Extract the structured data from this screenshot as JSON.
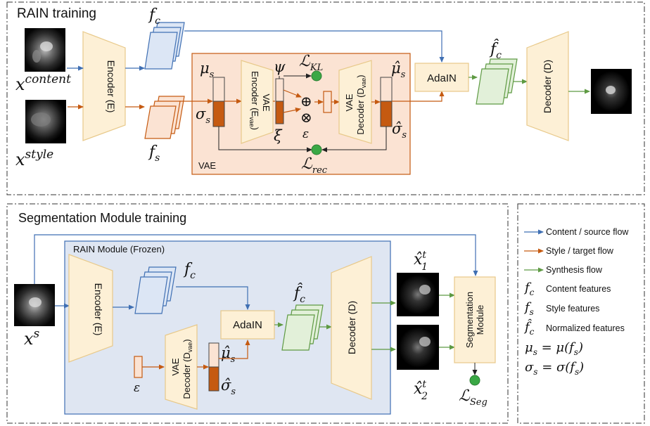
{
  "colors": {
    "module_fill": "#fdf0d6",
    "module_stroke": "#e8c98a",
    "content_blue": "#3f6fb3",
    "style_orange": "#c55a11",
    "synthesis_green": "#5e9a43",
    "vae_fill": "#fbe3d3",
    "rain_module_fill": "#dfe6f2",
    "node_green": "#3aa845"
  },
  "top": {
    "title": "RAIN training",
    "x_content": "x",
    "x_content_sup": "content",
    "x_style": "x",
    "x_style_sup": "style",
    "encoder": "Encoder (E)",
    "fc": "f",
    "fc_sub": "c",
    "fs": "f",
    "fs_sub": "s",
    "vae_label": "VAE",
    "mu_s": "μ",
    "mu_s_sub": "s",
    "sigma_s": "σ",
    "sigma_s_sub": "s",
    "vae_encoder_line1": "VAE",
    "vae_encoder_line2": "Encoder (E",
    "vae_encoder_sub": "vae",
    "vae_encoder_close": ")",
    "psi": "ψ",
    "xi": "ξ",
    "loss_kl": "ℒ",
    "loss_kl_sub": "KL",
    "oplus": "⊕",
    "otimes": "⊗",
    "epsilon": "ε",
    "vae_decoder_line1": "VAE",
    "vae_decoder_line2": "Decoder (D",
    "vae_decoder_sub": "vae",
    "vae_decoder_close": ")",
    "mu_hat": "μ̂",
    "mu_hat_sub": "s",
    "sigma_hat": "σ̂",
    "sigma_hat_sub": "s",
    "loss_rec": "ℒ",
    "loss_rec_sub": "rec",
    "adain": "AdaIN",
    "fc_hat": "f̂",
    "fc_hat_sub": "c",
    "decoder": "Decoder (D)"
  },
  "bottom": {
    "title": "Segmentation Module training",
    "rain_module": "RAIN Module (Frozen)",
    "x_s": "x",
    "x_s_sup": "s",
    "encoder": "Encoder (E)",
    "fc": "f",
    "fc_sub": "c",
    "adain": "AdaIN",
    "fc_hat": "f̂",
    "fc_hat_sub": "c",
    "decoder": "Decoder (D)",
    "epsilon": "ε",
    "vae_decoder_line1": "VAE",
    "vae_decoder_line2": "Decoder (D",
    "vae_decoder_sub": "vae",
    "vae_decoder_close": ")",
    "mu_hat": "μ̂",
    "mu_hat_sub": "s",
    "sigma_hat": "σ̂",
    "sigma_hat_sub": "s",
    "x1": "x̂",
    "x1_sub": "1",
    "x1_sup": "t",
    "x2": "x̂",
    "x2_sub": "2",
    "x2_sup": "t",
    "seg_line1": "Segmentation",
    "seg_line2": "Module",
    "loss_seg": "ℒ",
    "loss_seg_sub": "Seg"
  },
  "legend": {
    "content_flow": "Content / source flow",
    "style_flow": "Style / target flow",
    "synthesis_flow": "Synthesis flow",
    "fc_sym": "f",
    "fc_sym_sub": "c",
    "fc_desc": "Content features",
    "fs_sym": "f",
    "fs_sym_sub": "s",
    "fs_desc": "Style features",
    "fchat_sym": "f̂",
    "fchat_sym_sub": "c",
    "fchat_desc": "Normalized features",
    "mu_eq_lhs": "μ",
    "mu_eq_lhs_sub": "s",
    "mu_eq_rhs": " = μ(f",
    "mu_eq_rhs_sub": "s",
    "mu_eq_close": ")",
    "sigma_eq_lhs": "σ",
    "sigma_eq_lhs_sub": "s",
    "sigma_eq_rhs": " = σ(f",
    "sigma_eq_rhs_sub": "s",
    "sigma_eq_close": ")"
  }
}
